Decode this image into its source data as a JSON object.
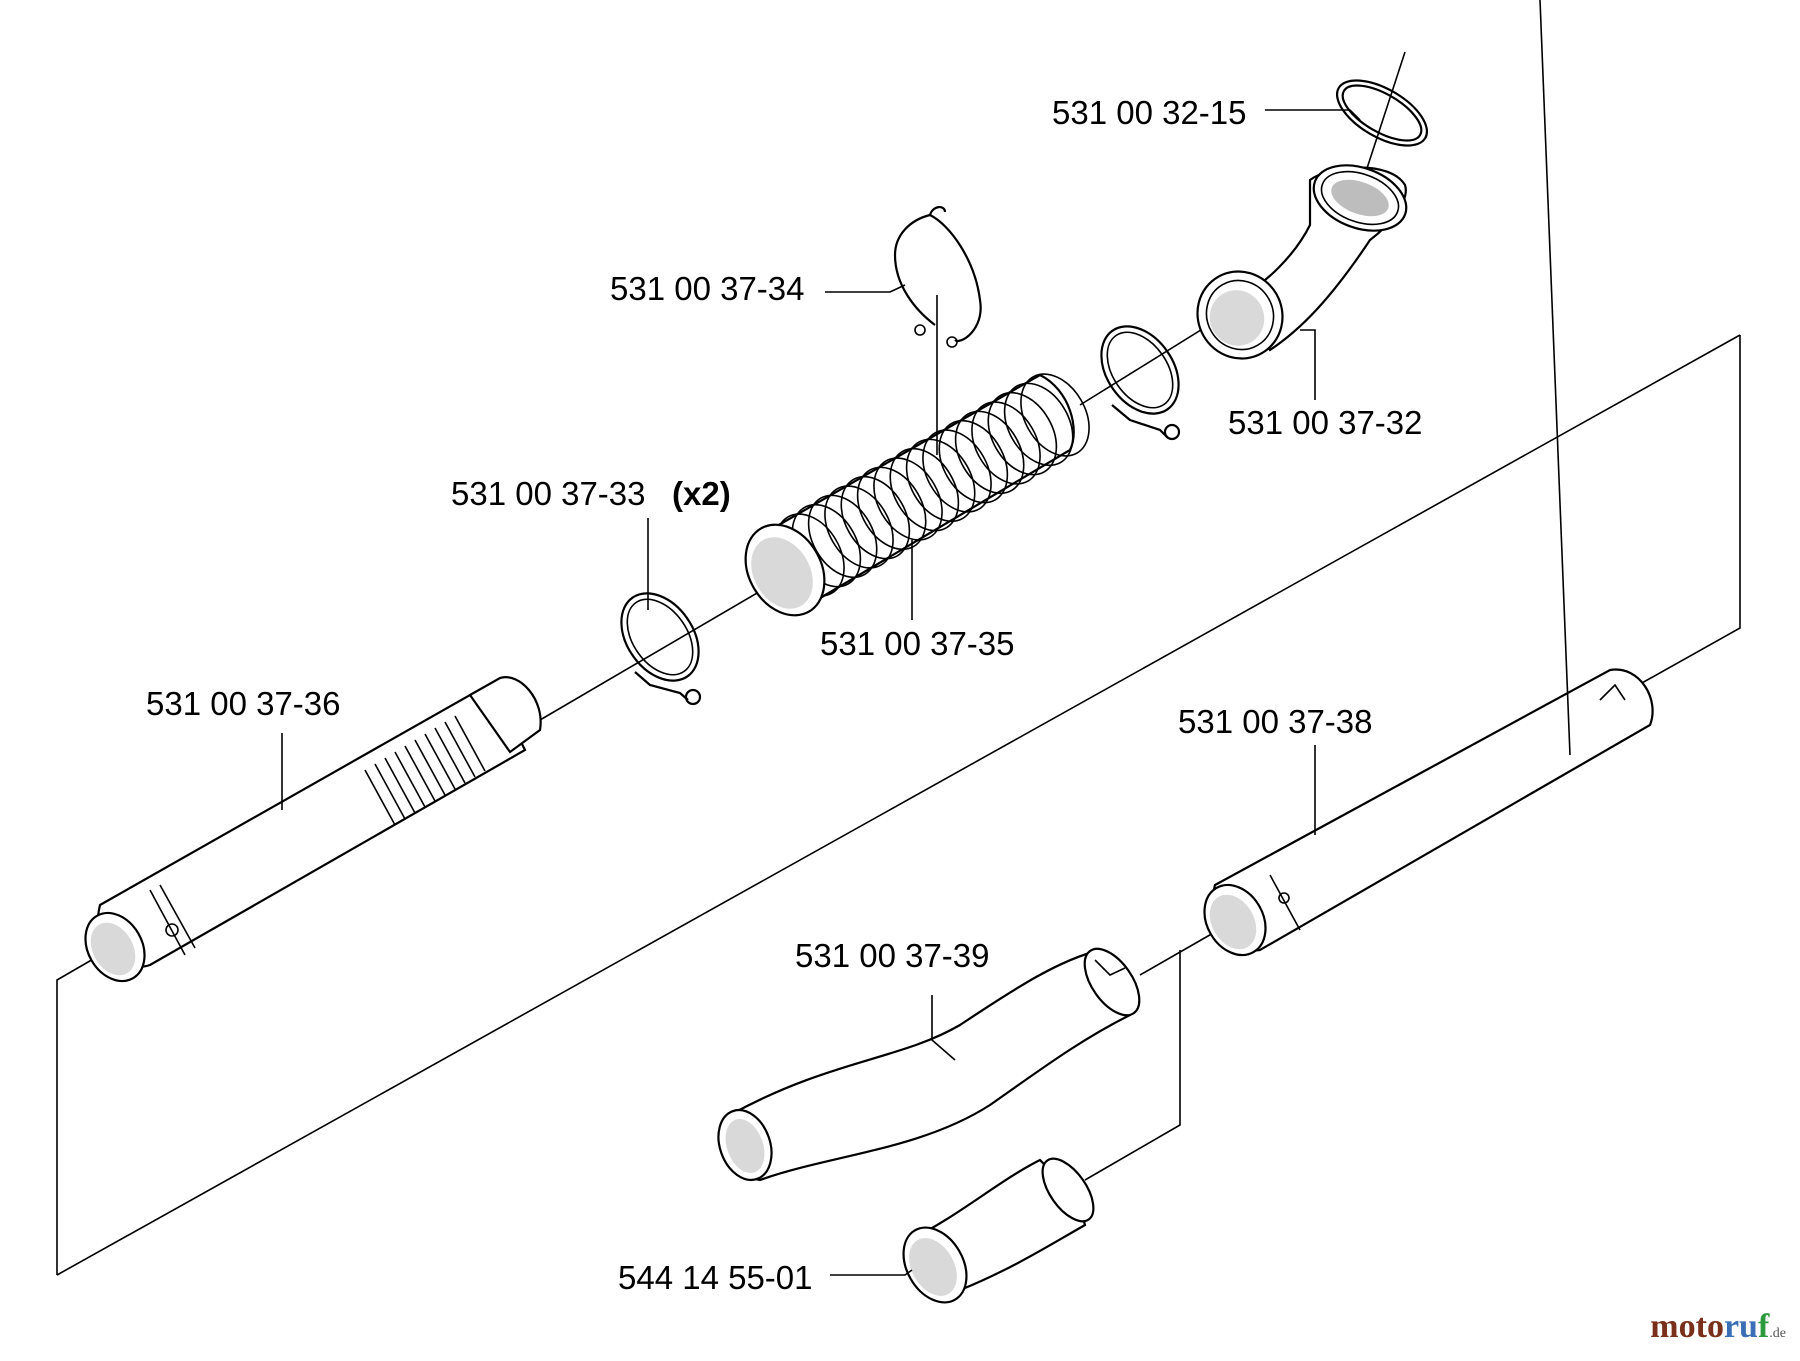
{
  "labels": {
    "p_531_00_32_15": "531 00 32-15",
    "p_531_00_37_34": "531 00 37-34",
    "p_531_00_37_32": "531 00 37-32",
    "p_531_00_37_33": "531 00 37-33",
    "p_531_00_37_33_qty": "(x2)",
    "p_531_00_37_35": "531 00 37-35",
    "p_531_00_37_36": "531 00 37-36",
    "p_531_00_37_38": "531 00 37-38",
    "p_531_00_37_39": "531 00 37-39",
    "p_544_14_55_01": "544 14 55-01"
  },
  "watermark": {
    "part1": "moto",
    "part2": "ru",
    "part3": "f",
    "suffix": ".de"
  }
}
